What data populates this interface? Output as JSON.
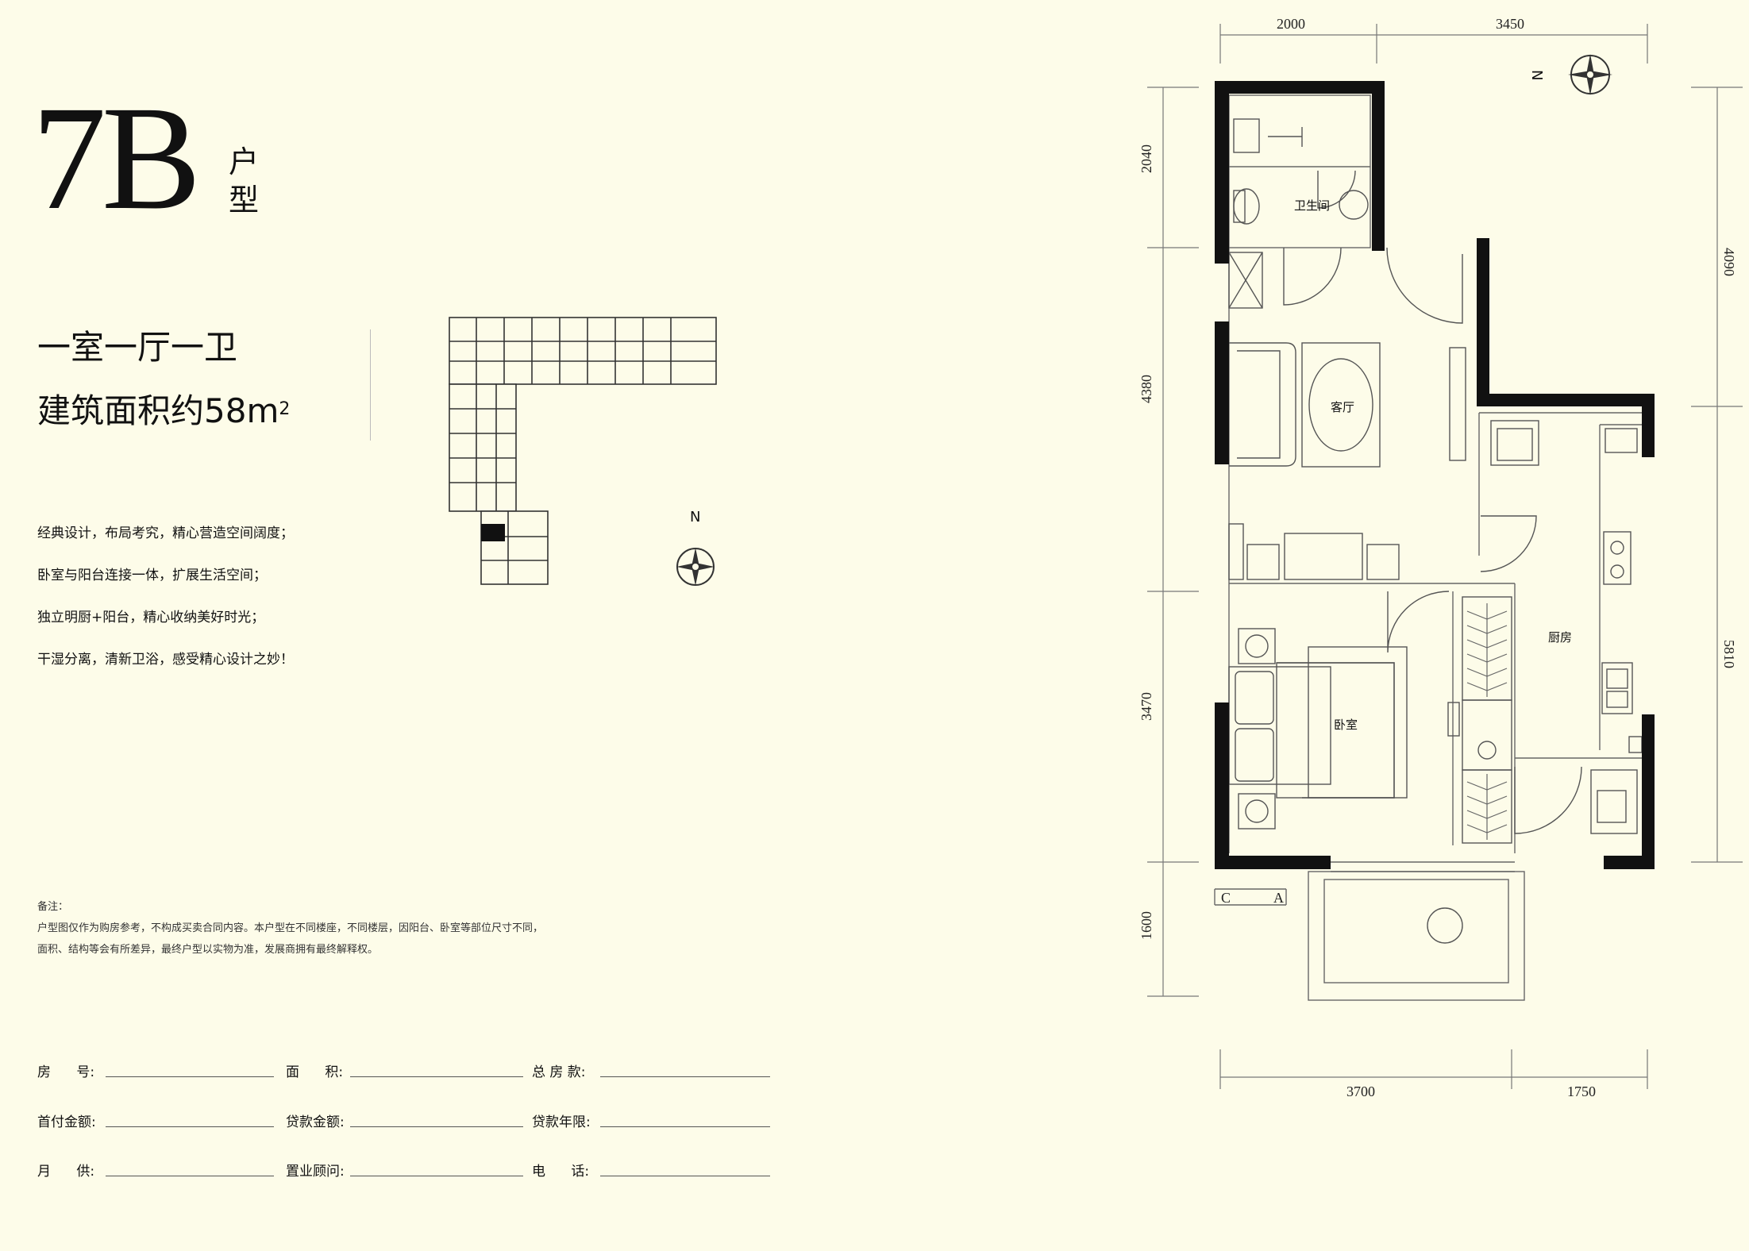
{
  "header": {
    "unit_code": "7B",
    "unit_suffix_1": "户",
    "unit_suffix_2": "型"
  },
  "summary": {
    "layout_type": "一室一厅一卫",
    "area_prefix": "建筑面积约58m",
    "area_sup": "2"
  },
  "features": [
    "经典设计，布局考究，精心营造空间阔度；",
    "卧室与阳台连接一体，扩展生活空间；",
    "独立明厨+阳台，精心收纳美好时光；",
    "干湿分离，清新卫浴，感受精心设计之妙！"
  ],
  "notes": {
    "title": "备注：",
    "line1": "户型图仅作为购房参考，不构成买卖合同内容。本户型在不同楼座，不同楼层，因阳台、卧室等部位尺寸不同，",
    "line2": "面积、结构等会有所差异，最终户型以实物为准，发展商拥有最终解释权。"
  },
  "form": {
    "row1": [
      "房      号:",
      "面      积:",
      "总 房 款:"
    ],
    "row2": [
      "首付金额:",
      "贷款金额:",
      "贷款年限:"
    ],
    "row3": [
      "月      供:",
      "置业顾问:",
      "电      话:"
    ]
  },
  "site_plan": {
    "compass_label": "N"
  },
  "floor_plan": {
    "rooms": {
      "bathroom": "卫生间",
      "living": "客厅",
      "kitchen": "厨房",
      "bedroom": "卧室"
    },
    "compass_label": "N",
    "balcony_marks": {
      "left": "C",
      "right": "A"
    },
    "dimensions": {
      "top": [
        "2000",
        "3450"
      ],
      "bottom": [
        "3700",
        "1750"
      ],
      "left": [
        "2040",
        "4380",
        "3470",
        "1600"
      ],
      "right": [
        "4090",
        "5810"
      ]
    }
  },
  "colors": {
    "background": "#fdfce9",
    "wall": "#111111",
    "line": "#555555"
  }
}
